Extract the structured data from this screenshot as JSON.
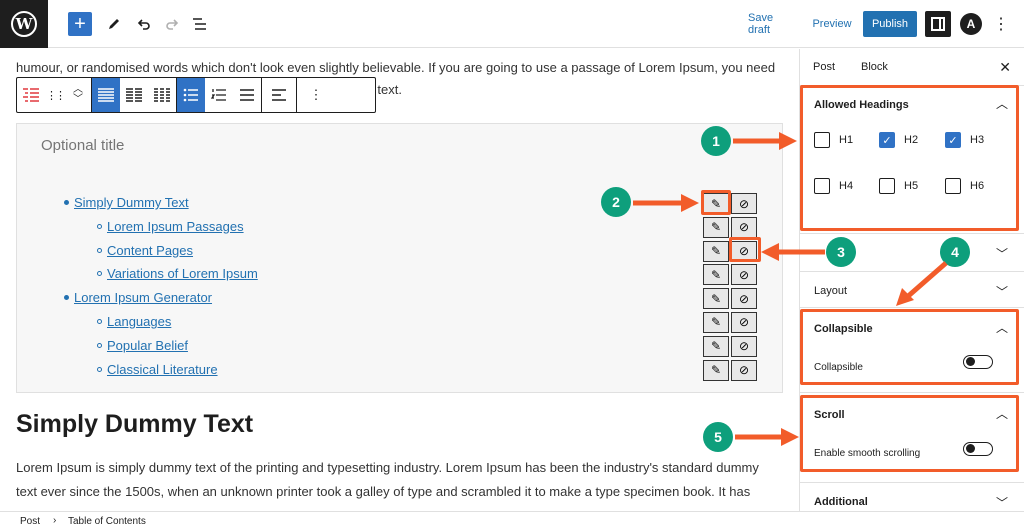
{
  "topbar": {
    "logo": "W",
    "save_draft": "Save draft",
    "preview": "Preview",
    "publish": "Publish",
    "astra": "A"
  },
  "editor": {
    "para_top_line1": "humour, or randomised words which don't look even slightly believable. If you are going to use a passage of Lorem Ipsum, you need",
    "para_top_line2": "dle of text.",
    "toc": {
      "title": "Optional title",
      "items": [
        {
          "label": "Simply Dummy Text",
          "level": 1
        },
        {
          "label": "Lorem Ipsum Passages",
          "level": 2
        },
        {
          "label": "Content Pages",
          "level": 2
        },
        {
          "label": "Variations of Lorem Ipsum",
          "level": 2
        },
        {
          "label": "Lorem Ipsum Generator",
          "level": 1
        },
        {
          "label": "Languages",
          "level": 2
        },
        {
          "label": "Popular Belief",
          "level": 2
        },
        {
          "label": "Classical Literature",
          "level": 2
        }
      ]
    },
    "heading": "Simply Dummy Text",
    "para_bottom_line1": "Lorem Ipsum is simply dummy text of the printing and typesetting industry. Lorem Ipsum has been the industry's standard dummy",
    "para_bottom_line2": "text ever since the 1500s, when an unknown printer took a galley of type and scrambled it to make a type specimen book. It has"
  },
  "sidebar": {
    "tab_post": "Post",
    "tab_block": "Block",
    "close": "✕",
    "allowed_headings": {
      "title": "Allowed Headings",
      "options": [
        {
          "label": "H1",
          "checked": false
        },
        {
          "label": "H2",
          "checked": true
        },
        {
          "label": "H3",
          "checked": true
        },
        {
          "label": "H4",
          "checked": false
        },
        {
          "label": "H5",
          "checked": false
        },
        {
          "label": "H6",
          "checked": false
        }
      ]
    },
    "layout_title": "Layout",
    "collapsible": {
      "title": "Collapsible",
      "label": "Collapsible",
      "enabled": false
    },
    "scroll": {
      "title": "Scroll",
      "label": "Enable smooth scrolling",
      "enabled": false
    },
    "additional_title": "Additional"
  },
  "statusbar": {
    "crumb1": "Post",
    "sep": "›",
    "crumb2": "Table of Contents"
  },
  "annotations": [
    "1",
    "2",
    "3",
    "4",
    "5"
  ],
  "colors": {
    "accent": "#3072c5",
    "annotation_arrow": "#f25c2a",
    "annotation_circle": "#0e9f7c"
  }
}
